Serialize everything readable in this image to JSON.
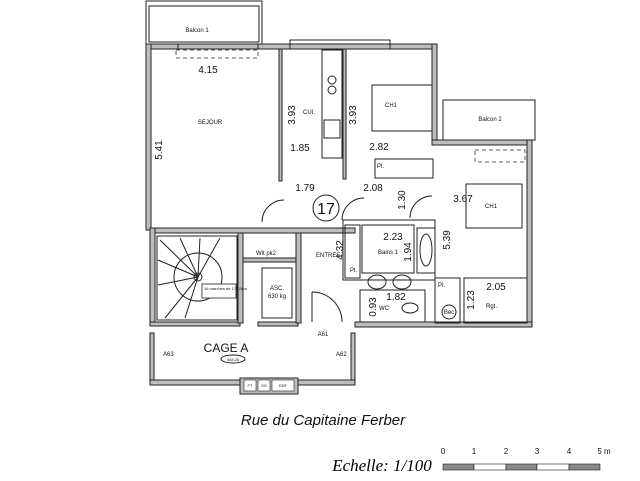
{
  "plan": {
    "apartment_number": "17",
    "rooms": {
      "balcon1": "Balcon 1",
      "balcon2": "Balcon 2",
      "sejour": "SEJOUR",
      "cuisine": "CUI.",
      "chambre1": "CH1",
      "chambre2": "CH1",
      "placard1": "Pl.",
      "placard2": "Pl.",
      "placard3": "Pl.",
      "bains": "Bains 1",
      "entree": "ENTREE",
      "wc": "WC",
      "rangement": "Rgt.",
      "bec": "Bec",
      "wit": "Wit pk2",
      "asc": "ASC.",
      "asc_capacity": "630 kg",
      "stair_sign": "16 marches de 17,18cm",
      "cage": "CAGE A",
      "cage_area": "448,26",
      "meters": [
        "FT",
        "SG",
        "EDF"
      ]
    },
    "dimensions": {
      "sejour_width": "4.15",
      "sejour_length": "5.41",
      "cui_length": "3.93",
      "ch1_length": "3.93",
      "cui_width": "1.85",
      "ch1_width": "2.82",
      "hall_a": "1.79",
      "hall_b": "2.08",
      "hall_c": "1.30",
      "ch2_width": "3.67",
      "ch2_length": "5.39",
      "bains_width": "2.23",
      "bains_length": "1.94",
      "entree_length": "4.32",
      "wc_width": "1.82",
      "wc_depth": "0.93",
      "rgt_width": "2.05",
      "rgt_depth": "1.23"
    },
    "markers": {
      "a61": "A61",
      "a62": "A62",
      "a63": "A63"
    }
  },
  "street": "Rue du Capitaine  Ferber",
  "scale": {
    "label": "Echelle: 1/100",
    "ticks": [
      "0",
      "1",
      "2",
      "3",
      "4",
      "5 m"
    ]
  }
}
